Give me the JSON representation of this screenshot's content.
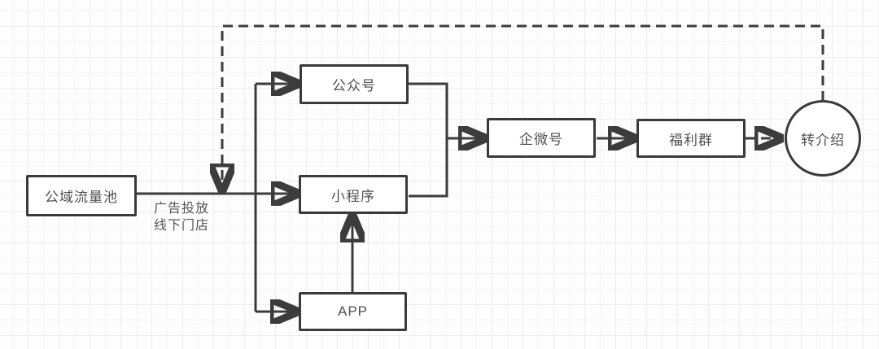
{
  "diagram": {
    "title": "private-traffic-funnel-flowchart",
    "nodes": [
      {
        "id": "public-pool",
        "label": "公域流量池",
        "shape": "rect"
      },
      {
        "id": "official-account",
        "label": "公众号",
        "shape": "rect"
      },
      {
        "id": "mini-program",
        "label": "小程序",
        "shape": "rect"
      },
      {
        "id": "app",
        "label": "APP",
        "shape": "rect"
      },
      {
        "id": "wecom-account",
        "label": "企微号",
        "shape": "rect"
      },
      {
        "id": "welfare-group",
        "label": "福利群",
        "shape": "rect"
      },
      {
        "id": "referral",
        "label": "转介绍",
        "shape": "circle"
      }
    ],
    "flow_label": {
      "line1": "广告投放",
      "line2": "线下门店"
    },
    "edges": [
      {
        "from": "public-pool",
        "to": "mini-program",
        "style": "solid",
        "label": "广告投放 线下门店"
      },
      {
        "from": "public-pool",
        "to": "official-account",
        "style": "solid"
      },
      {
        "from": "public-pool",
        "to": "app",
        "style": "solid"
      },
      {
        "from": "app",
        "to": "mini-program",
        "style": "solid"
      },
      {
        "from": "official-account",
        "to": "wecom-account",
        "style": "solid"
      },
      {
        "from": "mini-program",
        "to": "wecom-account",
        "style": "solid"
      },
      {
        "from": "wecom-account",
        "to": "welfare-group",
        "style": "solid"
      },
      {
        "from": "welfare-group",
        "to": "referral",
        "style": "dashed"
      },
      {
        "from": "referral",
        "to": "public-pool-flow",
        "style": "dashed"
      }
    ],
    "colors": {
      "line": "#3c3c3c",
      "node_border": "#3a3a3a",
      "node_fill": "#ffffff",
      "node_text": "#4f4f4f",
      "label_text": "#565656",
      "background": "#fdfdfd",
      "grid_major": "#ececec",
      "grid_minor": "#f6f6f6"
    }
  }
}
